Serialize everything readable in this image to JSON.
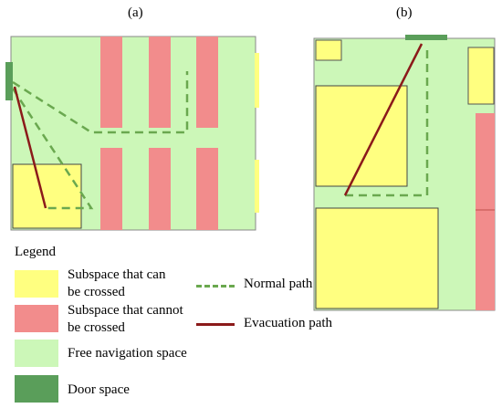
{
  "panels": {
    "a_label": "(a)",
    "b_label": "(b)"
  },
  "legend": {
    "title": "Legend",
    "crossable": "Subspace that can be crossed",
    "crossable_line1": "Subspace that can",
    "crossable_line2": "be crossed",
    "non_crossable_line1": "Subspace that cannot",
    "non_crossable_line2": "be crossed",
    "free_space": "Free navigation space",
    "door_space": "Door space",
    "normal_path": "Normal path",
    "evacuation_path": "Evacuation path"
  },
  "colors": {
    "crossable": "#ffff80",
    "non_crossable": "#f28c8c",
    "free_space": "#ccf7b8",
    "door_space": "#5a9e5a",
    "normal_path": "#6aa84f",
    "evacuation_path": "#8b1a1a",
    "outline": "#555555"
  }
}
